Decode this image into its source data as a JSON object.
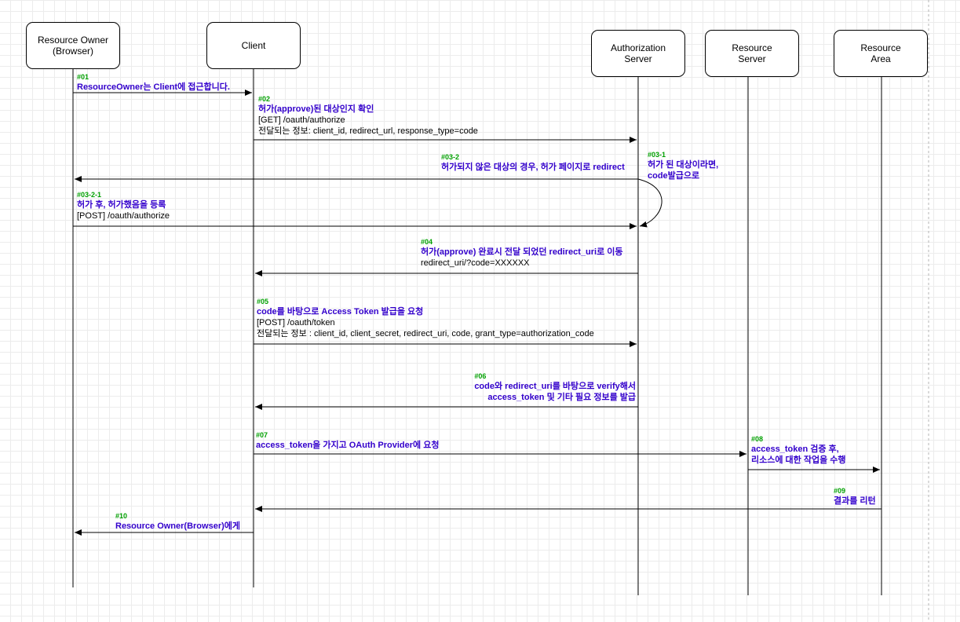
{
  "actors": [
    {
      "id": "owner",
      "line1": "Resource Owner",
      "line2": "(Browser)"
    },
    {
      "id": "client",
      "line1": "Client",
      "line2": ""
    },
    {
      "id": "auth",
      "line1": "Authorization",
      "line2": "Server"
    },
    {
      "id": "rserver",
      "line1": "Resource",
      "line2": "Server"
    },
    {
      "id": "rarea",
      "line1": "Resource",
      "line2": "Area"
    }
  ],
  "messages": [
    {
      "id": "01",
      "num": "#01",
      "title": "ResourceOwner는 Client에 접근합니다.",
      "lines": []
    },
    {
      "id": "02",
      "num": "#02",
      "title": "허가(approve)된 대상인지 확인",
      "lines": [
        "[GET] /oauth/authorize",
        "전달되는 정보: client_id, redirect_url, response_type=code"
      ]
    },
    {
      "id": "03-2",
      "num": "#03-2",
      "title": "허가되지 않은 대상의 경우, 허가 페이지로 redirect",
      "lines": []
    },
    {
      "id": "03-1",
      "num": "#03-1",
      "title": "허가 된 대상이라면,",
      "lines": [
        "code발급으로"
      ]
    },
    {
      "id": "03-2-1",
      "num": "#03-2-1",
      "title": "허가 후, 허가했음을 등록",
      "lines": [
        "[POST] /oauth/authorize"
      ]
    },
    {
      "id": "04",
      "num": "#04",
      "title": "허가(approve) 완료시 전달 되었던 redirect_uri로 이동",
      "lines": [
        "redirect_uri/?code=XXXXXX"
      ]
    },
    {
      "id": "05",
      "num": "#05",
      "title": "code를 바탕으로 Access Token 발급을 요청",
      "lines": [
        "[POST] /oauth/token",
        "전달되는 정보 : client_id, client_secret, redirect_uri, code, grant_type=authorization_code"
      ]
    },
    {
      "id": "06",
      "num": "#06",
      "title": "code와 redirect_uri를 바탕으로 verify해서",
      "lines": [
        "access_token 및 기타 필요 정보를 발급"
      ]
    },
    {
      "id": "07",
      "num": "#07",
      "title": "access_token을 가지고  OAuth Provider에 요청",
      "lines": []
    },
    {
      "id": "08",
      "num": "#08",
      "title": "access_token 검증 후,",
      "lines": [
        "리소스에 대한 작업을 수행"
      ]
    },
    {
      "id": "09",
      "num": "#09",
      "title": "결과를 리턴",
      "lines": []
    },
    {
      "id": "10",
      "num": "#10",
      "title": "Resource Owner(Browser)에게",
      "lines": []
    }
  ],
  "colors": {
    "step_number": "#00a000",
    "step_title": "#3300cc",
    "line": "#000000"
  }
}
